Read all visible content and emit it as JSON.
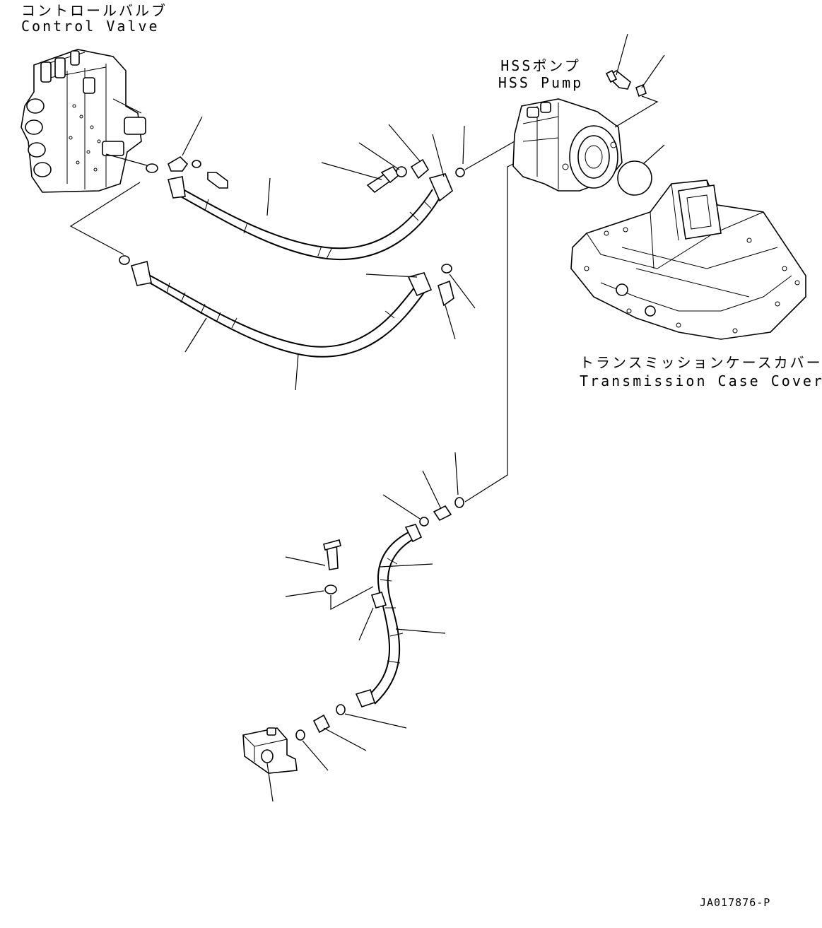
{
  "labels": {
    "control_valve_jp": "コントロールバルブ",
    "control_valve_en": "Control Valve",
    "hss_pump_jp": "HSSポンプ",
    "hss_pump_en": "HSS Pump",
    "transmission_cover_jp": "トランスミッションケースカバー",
    "transmission_cover_en": "Transmission Case Cover",
    "drawing_id": "JA017876-P"
  }
}
